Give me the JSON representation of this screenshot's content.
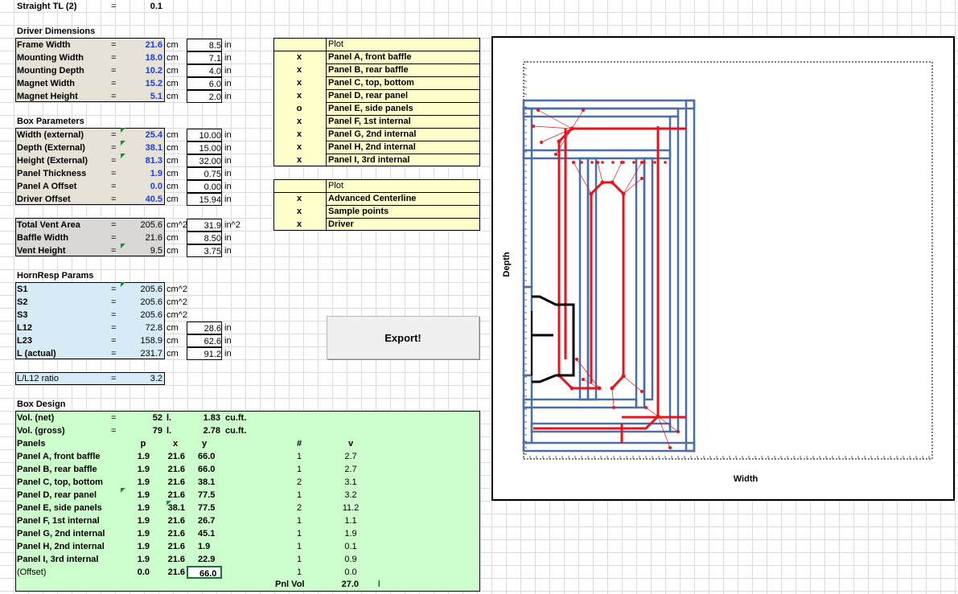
{
  "header": {
    "label": "Straight TL (2)",
    "eq": "=",
    "value": "0.1"
  },
  "driver": {
    "title": "Driver Dimensions",
    "rows": [
      {
        "label": "Frame Width",
        "cm": "21.6",
        "in": "8.5"
      },
      {
        "label": "Mounting Width",
        "cm": "18.0",
        "in": "7.1"
      },
      {
        "label": "Mounting Depth",
        "cm": "10.2",
        "in": "4.0"
      },
      {
        "label": "Magnet Width",
        "cm": "15.2",
        "in": "6.0"
      },
      {
        "label": "Magnet Height",
        "cm": "5.1",
        "in": "2.0"
      }
    ]
  },
  "box": {
    "title": "Box Parameters",
    "rows": [
      {
        "label": "Width (external)",
        "cm": "25.4",
        "in": "10.00"
      },
      {
        "label": "Depth (External)",
        "cm": "38.1",
        "in": "15.00"
      },
      {
        "label": "Height (External)",
        "cm": "81.3",
        "in": "32.00"
      },
      {
        "label": "Panel Thickness",
        "cm": "1.9",
        "in": "0.75"
      },
      {
        "label": "Panel A Offset",
        "cm": "0.0",
        "in": "0.00"
      },
      {
        "label": "Driver Offset",
        "cm": "40.5",
        "in": "15.94"
      }
    ]
  },
  "vent": {
    "rows": [
      {
        "label": "Total Vent Area",
        "val": "205.6",
        "unit": "cm^2",
        "in": "31.9",
        "inunit": "in^2"
      },
      {
        "label": "Baffle Width",
        "val": "21.6",
        "unit": "cm",
        "in": "8.50",
        "inunit": "in"
      },
      {
        "label": "Vent Height",
        "val": "9.5",
        "unit": "cm",
        "in": "3.75",
        "inunit": "in"
      }
    ]
  },
  "hornresp": {
    "title": "HornResp Params",
    "rows": [
      {
        "label": "S1",
        "val": "205.6",
        "unit": "cm^2",
        "in": "",
        "inunit": ""
      },
      {
        "label": "S2",
        "val": "205.6",
        "unit": "cm^2",
        "in": "",
        "inunit": ""
      },
      {
        "label": "S3",
        "val": "205.6",
        "unit": "cm^2",
        "in": "",
        "inunit": ""
      },
      {
        "label": "L12",
        "val": "72.8",
        "unit": "cm",
        "in": "28.6",
        "inunit": "in"
      },
      {
        "label": "L23",
        "val": "158.9",
        "unit": "cm",
        "in": "62.6",
        "inunit": "in"
      },
      {
        "label": "L (actual)",
        "val": "231.7",
        "unit": "cm",
        "in": "91.2",
        "inunit": "in"
      }
    ]
  },
  "ratio": {
    "label": "L/L12 ratio",
    "value": "3.2"
  },
  "design": {
    "title": "Box Design",
    "volnet": {
      "label": "Vol. (net)",
      "l": "52",
      "lunit": "l.",
      "cuft": "1.83",
      "cuunit": "cu.ft."
    },
    "volgross": {
      "label": "Vol. (gross)",
      "l": "79",
      "lunit": "l.",
      "cuft": "2.78",
      "cuunit": "cu.ft."
    },
    "headers": {
      "panels": "Panels",
      "p": "p",
      "x": "x",
      "y": "y",
      "n": "#",
      "v": "v"
    },
    "rows": [
      {
        "label": "Panel A, front baffle",
        "p": "1.9",
        "x": "21.6",
        "y": "66.0",
        "n": "1",
        "v": "2.7"
      },
      {
        "label": "Panel B, rear baffle",
        "p": "1.9",
        "x": "21.6",
        "y": "66.0",
        "n": "1",
        "v": "2.7"
      },
      {
        "label": "Panel C, top, bottom",
        "p": "1.9",
        "x": "21.6",
        "y": "38.1",
        "n": "2",
        "v": "3.1"
      },
      {
        "label": "Panel D, rear panel",
        "p": "1.9",
        "x": "21.6",
        "y": "77.5",
        "n": "1",
        "v": "3.2"
      },
      {
        "label": "Panel E, side panels",
        "p": "1.9",
        "x": "38.1",
        "y": "77.5",
        "n": "2",
        "v": "11.2"
      },
      {
        "label": "Panel F, 1st internal",
        "p": "1.9",
        "x": "21.6",
        "y": "26.7",
        "n": "1",
        "v": "1.1"
      },
      {
        "label": "Panel G, 2nd internal",
        "p": "1.9",
        "x": "21.6",
        "y": "45.1",
        "n": "1",
        "v": "1.9"
      },
      {
        "label": "Panel H, 2nd internal",
        "p": "1.9",
        "x": "21.6",
        "y": "1.9",
        "n": "1",
        "v": "0.1"
      },
      {
        "label": "Panel I, 3rd internal",
        "p": "1.9",
        "x": "21.6",
        "y": "22.9",
        "n": "1",
        "v": "0.9"
      },
      {
        "label": "(Offset)",
        "p": "0.0",
        "x": "21.6",
        "y": "66.0",
        "n": "1",
        "v": "0.0"
      }
    ],
    "pnlvol": {
      "label": "Pnl Vol",
      "value": "27.0",
      "unit": "l"
    }
  },
  "plot1": {
    "title": "Plot",
    "items": [
      {
        "mark": "x",
        "label": "Panel A, front baffle"
      },
      {
        "mark": "x",
        "label": "Panel B, rear baffle"
      },
      {
        "mark": "x",
        "label": "Panel C, top, bottom"
      },
      {
        "mark": "x",
        "label": "Panel D, rear panel"
      },
      {
        "mark": "o",
        "label": "Panel E, side panels"
      },
      {
        "mark": "x",
        "label": "Panel F, 1st internal"
      },
      {
        "mark": "x",
        "label": "Panel G, 2nd internal"
      },
      {
        "mark": "x",
        "label": "Panel H, 2nd internal"
      },
      {
        "mark": "x",
        "label": "Panel I, 3rd internal"
      }
    ]
  },
  "plot2": {
    "title": "Plot",
    "items": [
      {
        "mark": "x",
        "label": "Advanced Centerline"
      },
      {
        "mark": "x",
        "label": "Sample points"
      },
      {
        "mark": "x",
        "label": "Driver"
      }
    ]
  },
  "export_label": "Export!",
  "units": {
    "cm": "cm",
    "in": "in",
    "eq": "="
  },
  "chart": {
    "xlabel": "Width",
    "ylabel": "Depth",
    "panel_color": "#4a6fa5",
    "path_color": "#e8141c",
    "driver_color": "#000000"
  }
}
